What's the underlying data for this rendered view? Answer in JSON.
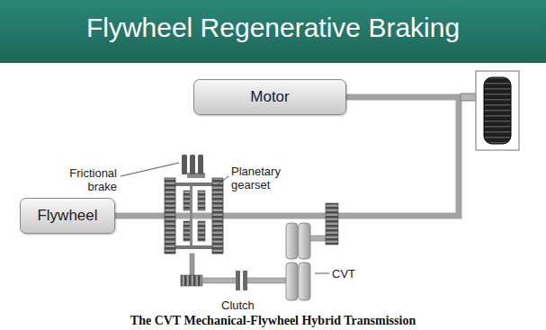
{
  "diagram": {
    "title": "Flywheel Regenerative Braking",
    "caption": "The CVT Mechanical-Flywheel Hybrid Transmission",
    "nodes": [
      {
        "text": [
          "Motor"
        ]
      },
      {
        "text": [
          "Flywheel"
        ]
      }
    ],
    "edges": [
      {
        "from": 0,
        "to": 1,
        "arrow": "none"
      }
    ],
    "labels": [
      "Frictional brake",
      "Planetary gearset",
      "CVT",
      "Clutch"
    ]
  }
}
